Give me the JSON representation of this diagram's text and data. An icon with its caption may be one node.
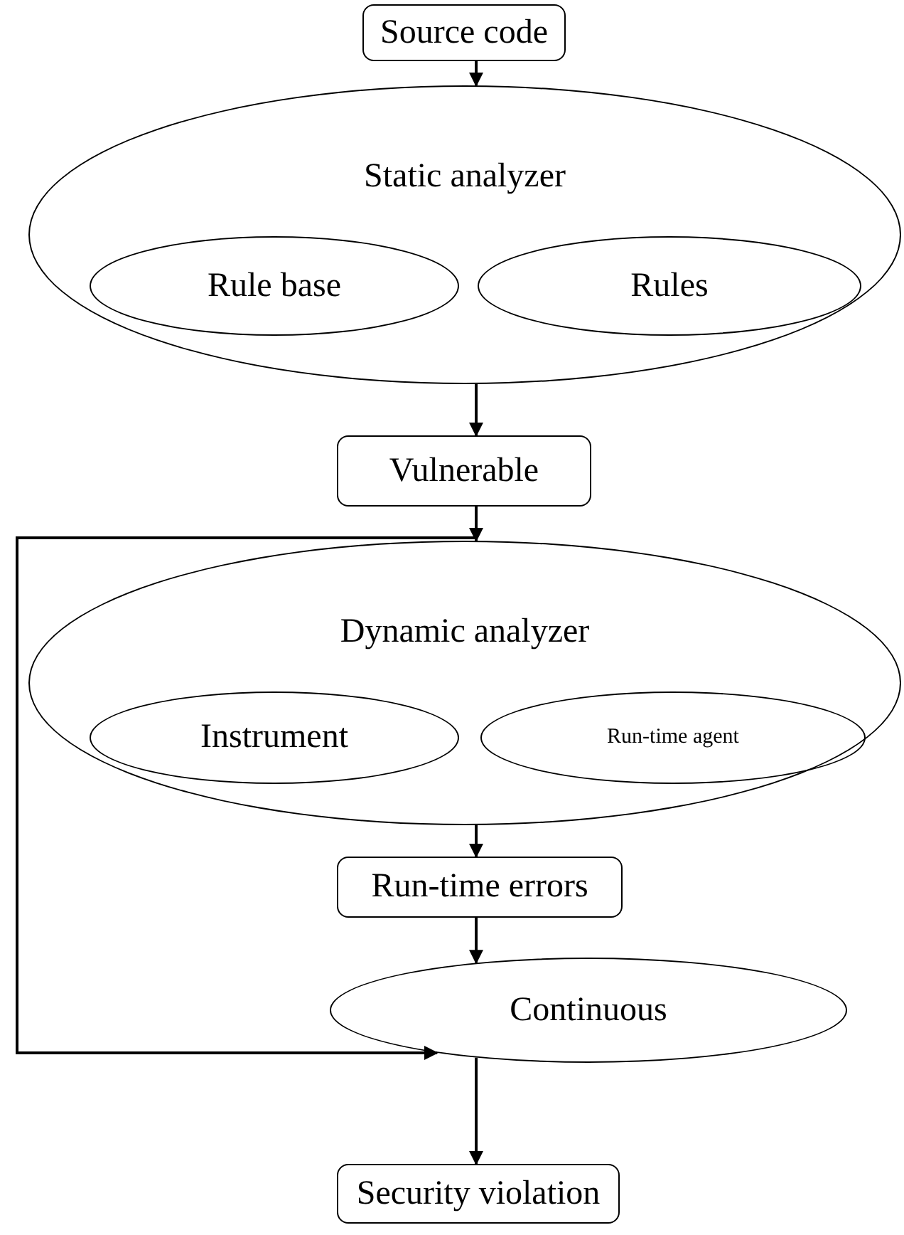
{
  "diagram": {
    "nodes": [
      {
        "text": [
          "Source code"
        ]
      },
      {
        "text": [
          "Static analyzer"
        ]
      },
      {
        "text": [
          "Rule base"
        ],
        "in": 1
      },
      {
        "text": [
          "Rules"
        ],
        "in": 1
      },
      {
        "text": [
          "Vulnerable"
        ]
      },
      {
        "text": [
          "Dynamic analyzer"
        ]
      },
      {
        "text": [
          "Instrument"
        ],
        "in": 5
      },
      {
        "text": [
          "Run-time agent"
        ],
        "in": 5
      },
      {
        "text": [
          "Run-time errors"
        ]
      },
      {
        "text": [
          "Continuous"
        ]
      },
      {
        "text": [
          "Security violation"
        ]
      }
    ],
    "edges": [
      {
        "from": 0,
        "to": 1,
        "arrow": "to"
      },
      {
        "from": 1,
        "to": 4,
        "arrow": "to"
      },
      {
        "from": 4,
        "to": 5,
        "arrow": "to"
      },
      {
        "from": 5,
        "to": 8,
        "arrow": "to"
      },
      {
        "from": 8,
        "to": 9,
        "arrow": "to"
      },
      {
        "from": 4,
        "to": 9,
        "arrow": "to"
      },
      {
        "from": 9,
        "to": 10,
        "arrow": "to"
      }
    ]
  }
}
